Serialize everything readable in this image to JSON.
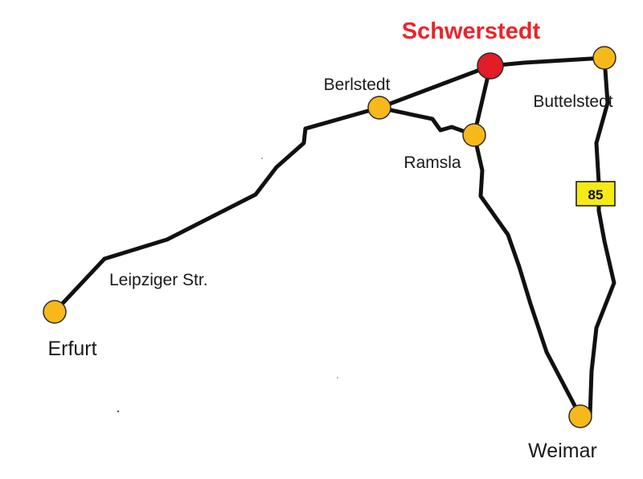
{
  "map": {
    "title": "Schwerstedt",
    "colors": {
      "road": "#111111",
      "town_fill": "#f7b81b",
      "highlight_fill": "#e11d27",
      "title_text": "#e8252b",
      "shield_fill": "#f5ea14"
    },
    "places": [
      {
        "id": "schwerstedt",
        "label": ""
      },
      {
        "id": "berlstedt",
        "label": "Berlstedt"
      },
      {
        "id": "buttelstedt",
        "label": "Buttelstedt"
      },
      {
        "id": "ramsla",
        "label": "Ramsla"
      },
      {
        "id": "erfurt",
        "label": "Erfurt"
      },
      {
        "id": "weimar",
        "label": "Weimar"
      }
    ],
    "road_label": "Leipziger Str.",
    "route_shield": "85"
  }
}
